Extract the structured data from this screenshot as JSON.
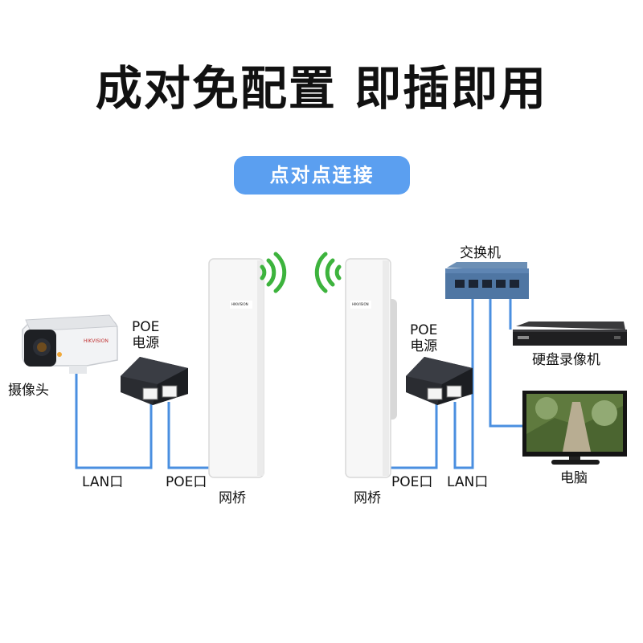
{
  "title": "成对免配置 即插即用",
  "subtitle_badge": "点对点连接",
  "colors": {
    "accent": "#5b9ff0",
    "cable": "#4a8fe0",
    "wifi": "#3db33d",
    "text": "#111111"
  },
  "devices": {
    "camera": {
      "label": "摄像头",
      "brand_text": "HIKVISION"
    },
    "poe_left": {
      "label_line1": "POE",
      "label_line2": "电源"
    },
    "poe_right": {
      "label_line1": "POE",
      "label_line2": "电源"
    },
    "bridge_left": {
      "label": "网桥",
      "brand_text": "HIKVISION"
    },
    "bridge_right": {
      "label": "网桥",
      "brand_text": "HIKVISION"
    },
    "switch": {
      "label": "交换机"
    },
    "nvr": {
      "label": "硬盘录像机"
    },
    "monitor": {
      "label": "电脑"
    }
  },
  "ports": {
    "left_lan": "LAN口",
    "left_poe": "POE口",
    "right_poe": "POE口",
    "right_lan": "LAN口"
  }
}
